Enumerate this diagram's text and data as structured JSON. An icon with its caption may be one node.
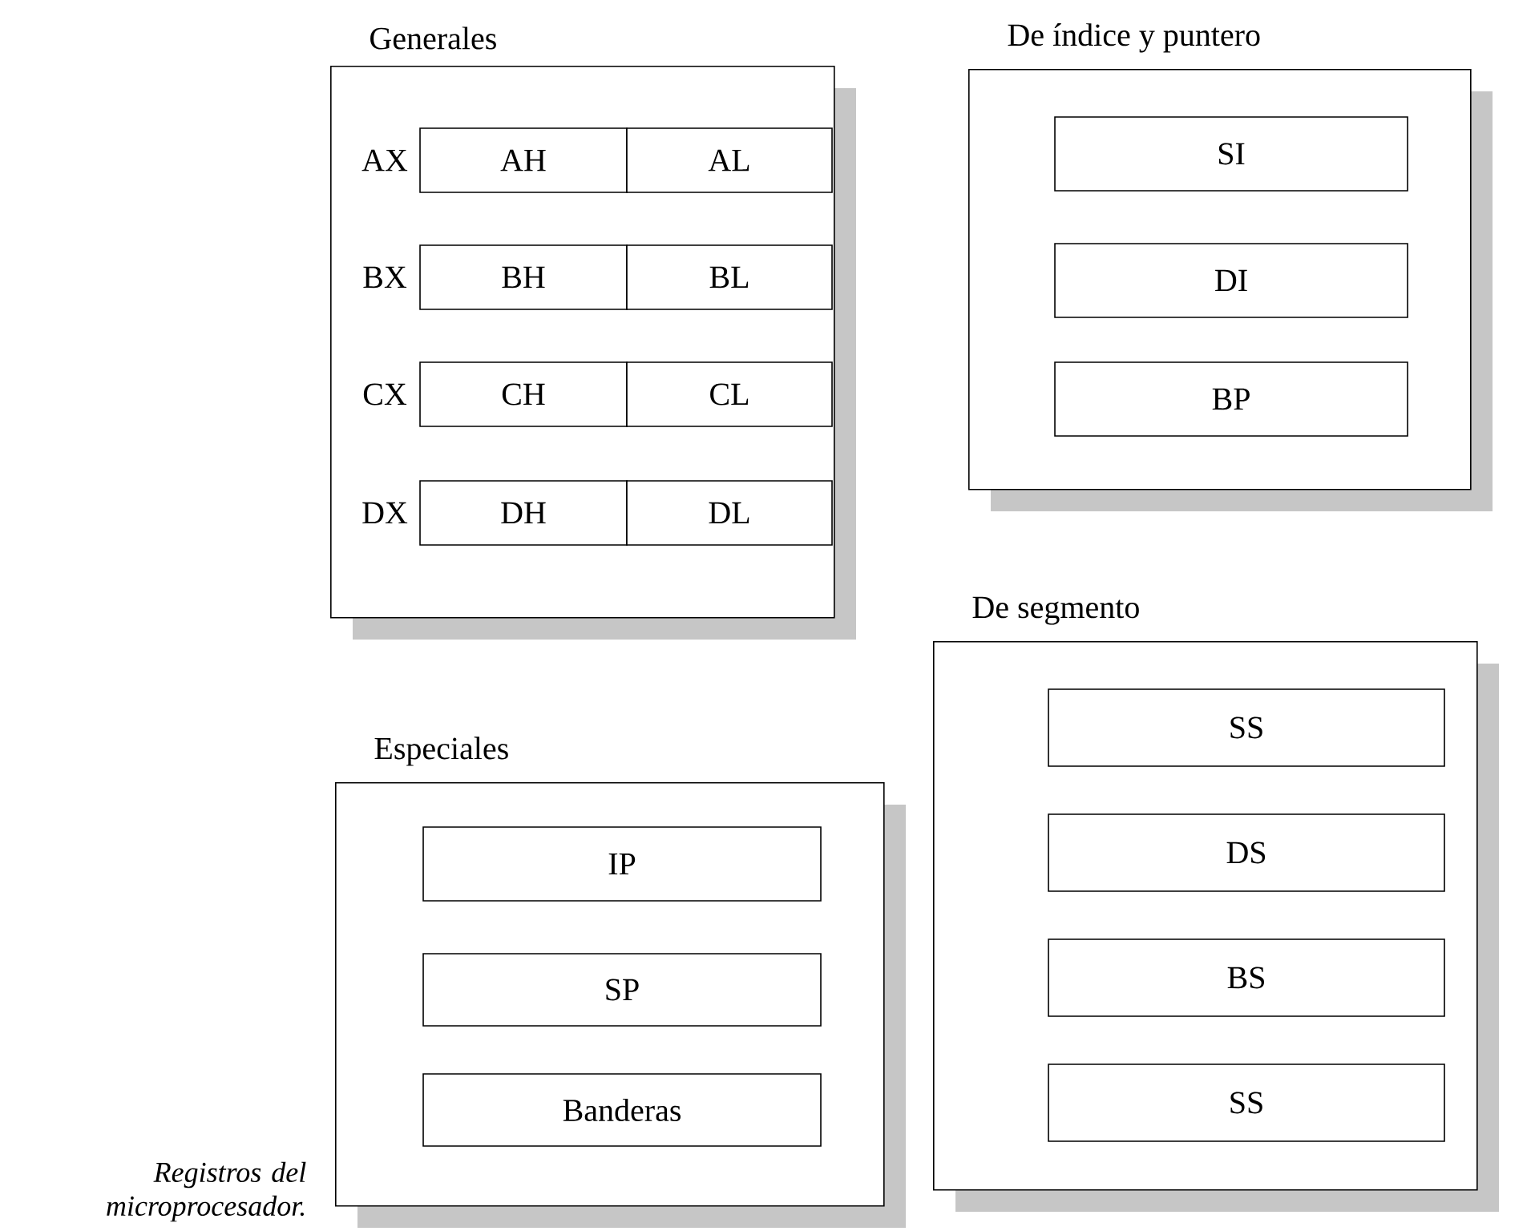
{
  "diagram": {
    "caption": "Registros del microprocesador.",
    "nodes": [
      {
        "text": [
          "Generales"
        ]
      },
      {
        "text": [
          "AH"
        ],
        "in": 0
      },
      {
        "text": [
          "AL"
        ],
        "in": 0
      },
      {
        "text": [
          "BH"
        ],
        "in": 0
      },
      {
        "text": [
          "BL"
        ],
        "in": 0
      },
      {
        "text": [
          "CH"
        ],
        "in": 0
      },
      {
        "text": [
          "CL"
        ],
        "in": 0
      },
      {
        "text": [
          "DH"
        ],
        "in": 0
      },
      {
        "text": [
          "DL"
        ],
        "in": 0
      },
      {
        "text": [
          "De índice y puntero"
        ]
      },
      {
        "text": [
          "SI"
        ],
        "in": 9
      },
      {
        "text": [
          "DI"
        ],
        "in": 9
      },
      {
        "text": [
          "BP"
        ],
        "in": 9
      },
      {
        "text": [
          "De segmento"
        ]
      },
      {
        "text": [
          "SS"
        ],
        "in": 13
      },
      {
        "text": [
          "DS"
        ],
        "in": 13
      },
      {
        "text": [
          "BS"
        ],
        "in": 13
      },
      {
        "text": [
          "SS"
        ],
        "in": 13
      },
      {
        "text": [
          "Especiales"
        ]
      },
      {
        "text": [
          "IP"
        ],
        "in": 18
      },
      {
        "text": [
          "SP"
        ],
        "in": 18
      },
      {
        "text": [
          "Banderas"
        ],
        "in": 18
      }
    ],
    "labels": [
      "AX",
      "BX",
      "CX",
      "DX"
    ]
  }
}
